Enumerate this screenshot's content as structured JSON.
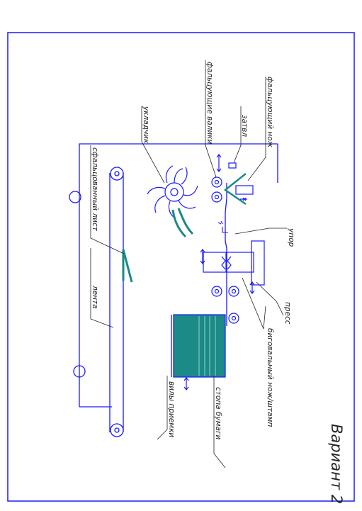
{
  "labels": {
    "folding_knife": "фальцующий нож",
    "gate": "затвл",
    "folding_rollers": "фальцующие валики",
    "stacker": "укладчик",
    "folded_sheet": "сфальцованный лист",
    "belt": "лента",
    "stop": "упор",
    "press": "пресс",
    "sheet_knife": "биговальный нож/штамп",
    "sheet_pile": "стопа бумаги",
    "receiving_forks": "вилы приемки"
  },
  "title": "Вариант 2",
  "colors": {
    "frame": "#1a1aff",
    "mechanism": "#1a1aff",
    "material": "#1a8a84",
    "pile": "#1c8a86",
    "leader": "#222222"
  }
}
